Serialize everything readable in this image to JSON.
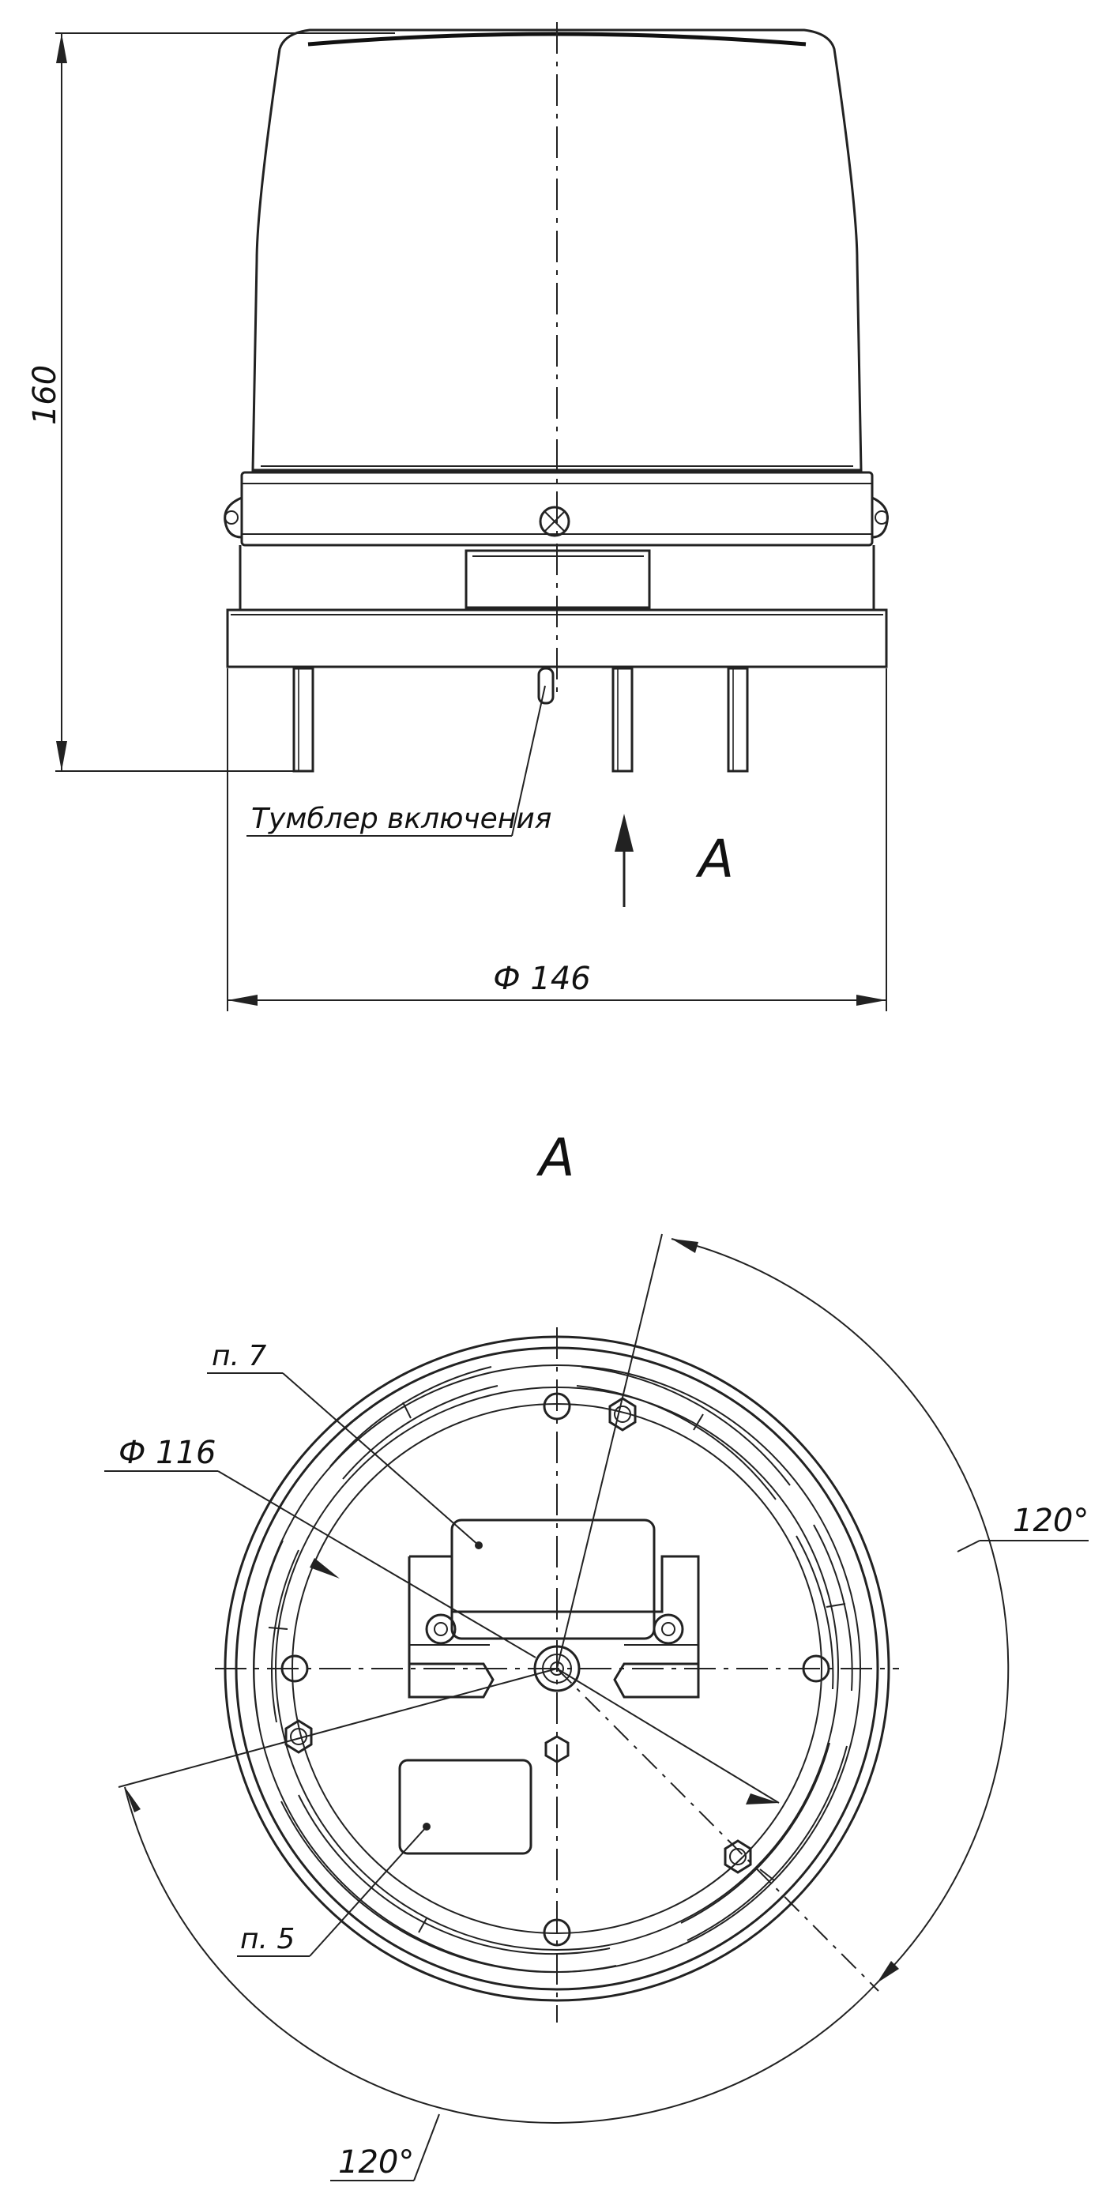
{
  "side_view": {
    "height_dimension": "160",
    "diameter_dimension": "Ф 146",
    "switch_label": "Тумблер включения",
    "view_arrow_label": "A"
  },
  "bottom_view": {
    "view_title": "A",
    "diameter_dimension": "Ф 116",
    "item_7_label": "п. 7",
    "item_5_label": "п. 5",
    "angle_upper": "120°",
    "angle_lower": "120°"
  }
}
